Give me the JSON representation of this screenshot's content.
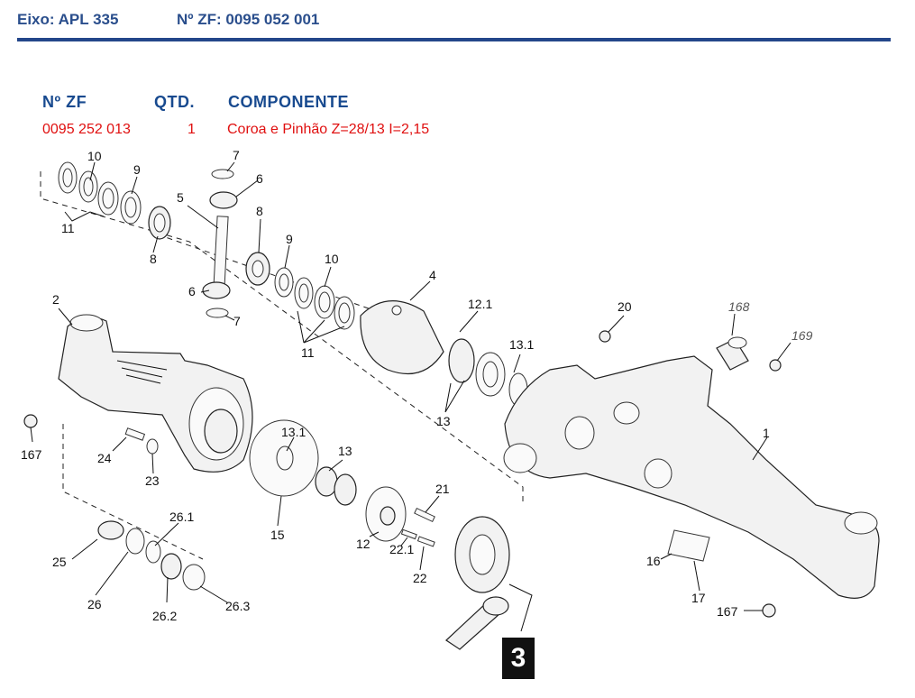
{
  "header": {
    "axle_label": "Eixo: APL 335",
    "zf_label": "Nº ZF: 0095 052 001"
  },
  "parts_table": {
    "columns": [
      "Nº ZF",
      "QTD.",
      "COMPONENTE"
    ],
    "rows": [
      {
        "zf_number": "0095 252 013",
        "qty": "1",
        "component": "Coroa e Pinhão Z=28/13 I=2,15"
      }
    ]
  },
  "callouts": [
    "10",
    "9",
    "7",
    "6",
    "5",
    "8",
    "11",
    "8",
    "9",
    "10",
    "6",
    "7",
    "4",
    "12.1",
    "11",
    "2",
    "13.1",
    "13",
    "20",
    "168",
    "169",
    "167",
    "24",
    "23",
    "13.1",
    "13",
    "1",
    "25",
    "26.1",
    "15",
    "21",
    "12",
    "22.1",
    "26",
    "22",
    "16",
    "26.2",
    "26.3",
    "17",
    "167"
  ],
  "highlighted_callout": "3"
}
